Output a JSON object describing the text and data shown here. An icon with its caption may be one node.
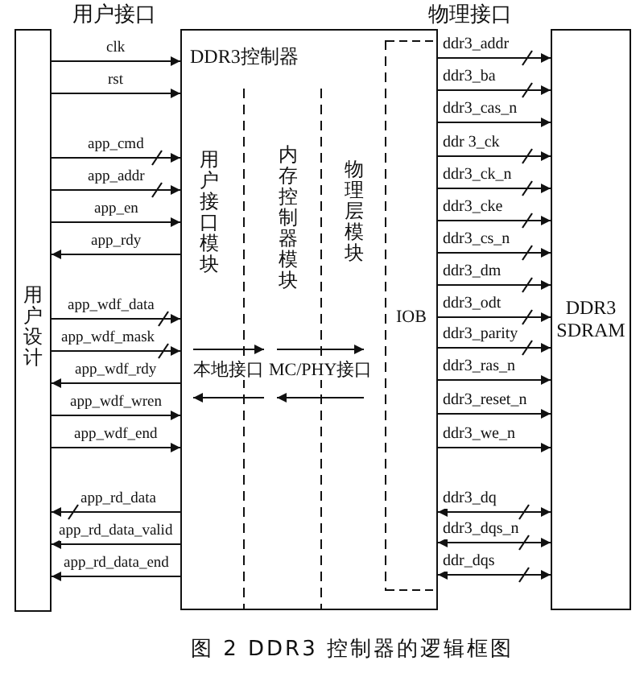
{
  "diagram": {
    "caption": "图 2 DDR3 控制器的逻辑框图",
    "nodes": [
      {
        "text": [
          "用户设计"
        ]
      },
      {
        "text": [
          "DDR3控制器"
        ]
      },
      {
        "text": [
          "用户接口模块"
        ],
        "in": 1
      },
      {
        "text": [
          "内存控制器模块"
        ],
        "in": 1
      },
      {
        "text": [
          "物理层模块"
        ],
        "in": 1
      },
      {
        "text": [
          "IOB"
        ],
        "in": 1
      },
      {
        "text": [
          "DDR3 SDRAM"
        ]
      }
    ],
    "edges": [
      {
        "from": 0,
        "to": 1,
        "arrow": "to",
        "label": "clk"
      },
      {
        "from": 0,
        "to": 1,
        "arrow": "to",
        "label": "rst"
      },
      {
        "from": 0,
        "to": 1,
        "arrow": "to",
        "label": "app_cmd"
      },
      {
        "from": 0,
        "to": 1,
        "arrow": "to",
        "label": "app_addr"
      },
      {
        "from": 0,
        "to": 1,
        "arrow": "to",
        "label": "app_en"
      },
      {
        "from": 1,
        "to": 0,
        "arrow": "to",
        "label": "app_rdy"
      },
      {
        "from": 0,
        "to": 1,
        "arrow": "to",
        "label": "app_wdf_data"
      },
      {
        "from": 0,
        "to": 1,
        "arrow": "to",
        "label": "app_wdf_mask"
      },
      {
        "from": 1,
        "to": 0,
        "arrow": "to",
        "label": "app_wdf_rdy"
      },
      {
        "from": 0,
        "to": 1,
        "arrow": "to",
        "label": "app_wdf_wren"
      },
      {
        "from": 0,
        "to": 1,
        "arrow": "to",
        "label": "app_wdf_end"
      },
      {
        "from": 1,
        "to": 0,
        "arrow": "to",
        "label": "app_rd_data"
      },
      {
        "from": 1,
        "to": 0,
        "arrow": "to",
        "label": "app_rd_data_valid"
      },
      {
        "from": 1,
        "to": 0,
        "arrow": "to",
        "label": "app_rd_data_end"
      },
      {
        "from": 2,
        "to": 3,
        "arrow": "to",
        "label": "本地接口"
      },
      {
        "from": 3,
        "to": 2,
        "arrow": "to"
      },
      {
        "from": 3,
        "to": 4,
        "arrow": "to",
        "label": "MC/PHY接口"
      },
      {
        "from": 4,
        "to": 3,
        "arrow": "to"
      },
      {
        "from": 5,
        "to": 6,
        "arrow": "to",
        "label": "ddr3_addr"
      },
      {
        "from": 5,
        "to": 6,
        "arrow": "to",
        "label": "ddr3_ba"
      },
      {
        "from": 5,
        "to": 6,
        "arrow": "to",
        "label": "ddr3_cas_n"
      },
      {
        "from": 5,
        "to": 6,
        "arrow": "to",
        "label": "ddr 3_ck"
      },
      {
        "from": 5,
        "to": 6,
        "arrow": "to",
        "label": "ddr3_ck_n"
      },
      {
        "from": 5,
        "to": 6,
        "arrow": "to",
        "label": "ddr3_cke"
      },
      {
        "from": 5,
        "to": 6,
        "arrow": "to",
        "label": "ddr3_cs_n"
      },
      {
        "from": 5,
        "to": 6,
        "arrow": "to",
        "label": "ddr3_dm"
      },
      {
        "from": 5,
        "to": 6,
        "arrow": "to",
        "label": "ddr3_odt"
      },
      {
        "from": 5,
        "to": 6,
        "arrow": "to",
        "label": "ddr3_parity"
      },
      {
        "from": 5,
        "to": 6,
        "arrow": "to",
        "label": "ddr3_ras_n"
      },
      {
        "from": 5,
        "to": 6,
        "arrow": "to",
        "label": "ddr3_reset_n"
      },
      {
        "from": 5,
        "to": 6,
        "arrow": "to",
        "label": "ddr3_we_n"
      },
      {
        "from": 5,
        "to": 6,
        "arrow": "both",
        "label": "ddr3_dq"
      },
      {
        "from": 5,
        "to": 6,
        "arrow": "both",
        "label": "ddr3_dqs_n"
      },
      {
        "from": 5,
        "to": 6,
        "arrow": "both",
        "label": "ddr_dqs"
      }
    ],
    "labels": [
      "用户接口",
      "物理接口"
    ]
  }
}
